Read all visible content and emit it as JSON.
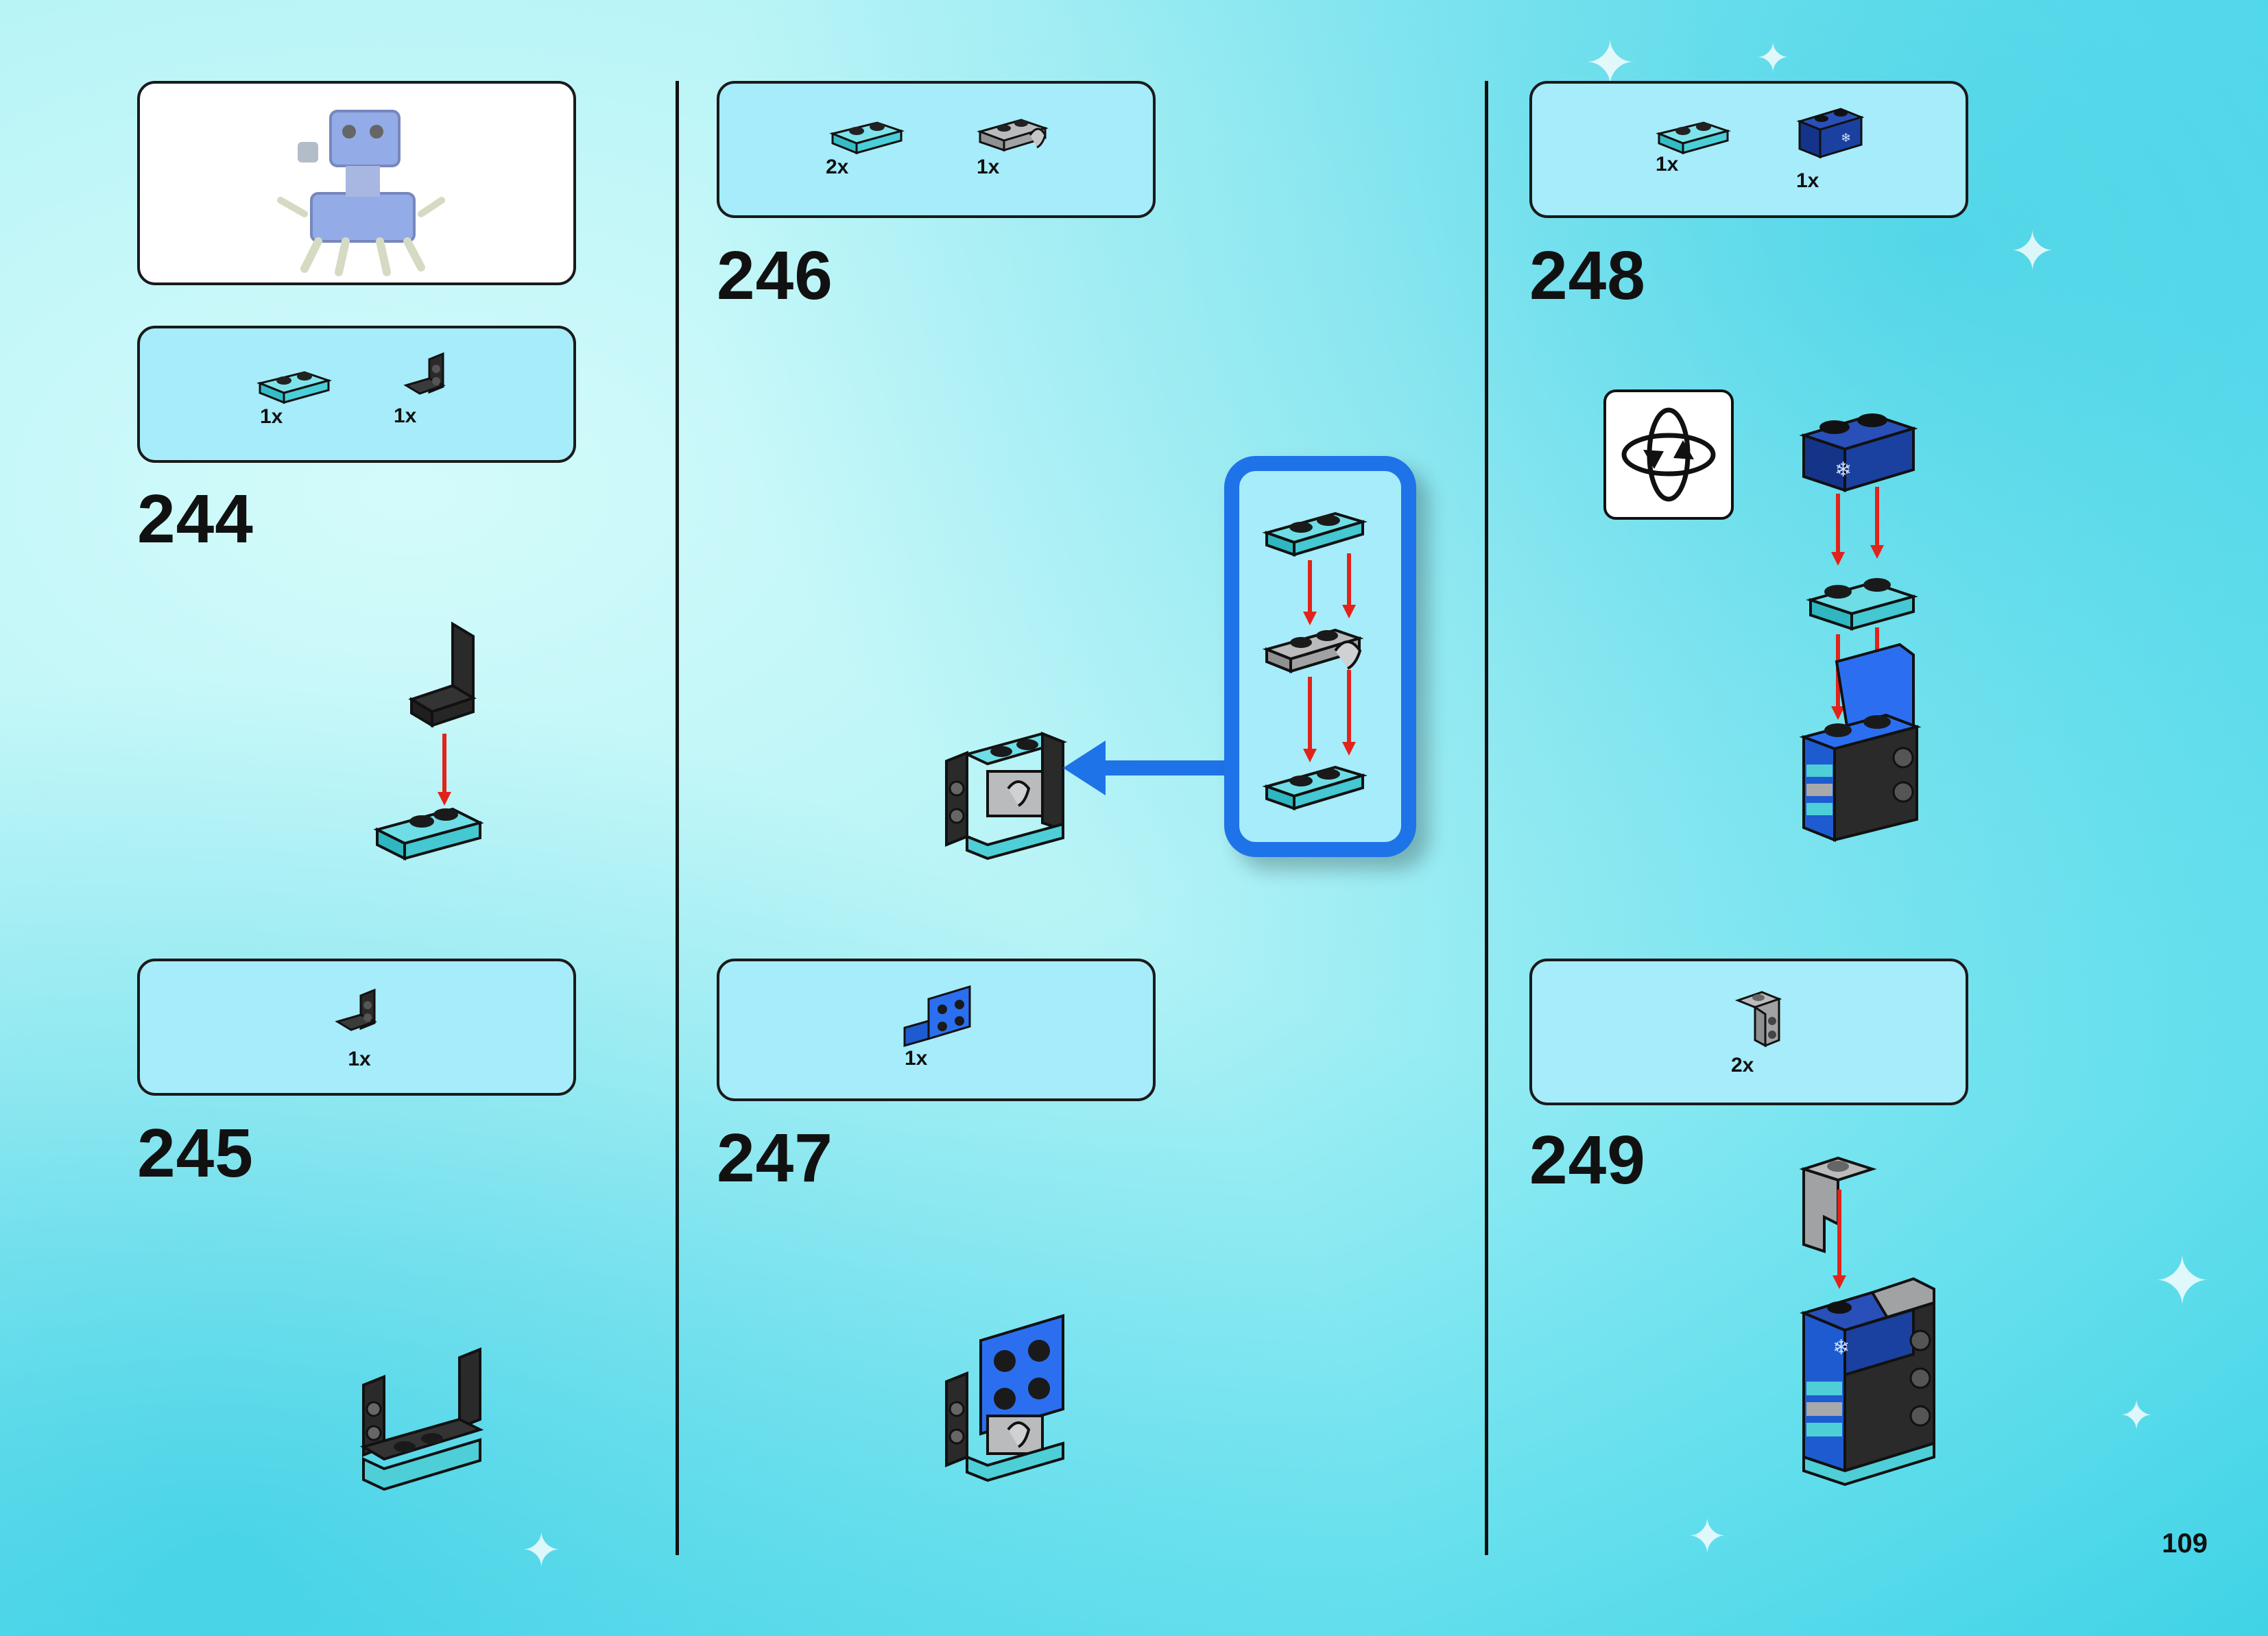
{
  "page": {
    "number": "109"
  },
  "colors": {
    "cyan_plate": "#4cd0d8",
    "black": "#1e1e1e",
    "gray": "#a7a9ab",
    "blue": "#2b6ff0",
    "navy": "#1640a8",
    "arrow_red": "#e2231a",
    "callout_blue": "#1e73e8"
  },
  "steps": [
    {
      "number": "244",
      "parts": [
        {
          "qty": "1x",
          "icon": "cyan-plate-1x2-icon"
        },
        {
          "qty": "1x",
          "icon": "black-bracket-icon"
        }
      ]
    },
    {
      "number": "245",
      "parts": [
        {
          "qty": "1x",
          "icon": "black-bracket-icon"
        }
      ]
    },
    {
      "number": "246",
      "parts": [
        {
          "qty": "2x",
          "icon": "cyan-plate-1x2-icon"
        },
        {
          "qty": "1x",
          "icon": "gray-clip-plate-icon"
        }
      ]
    },
    {
      "number": "247",
      "parts": [
        {
          "qty": "1x",
          "icon": "blue-bracket-2x2-icon"
        }
      ]
    },
    {
      "number": "248",
      "parts": [
        {
          "qty": "1x",
          "icon": "cyan-plate-1x2-icon"
        },
        {
          "qty": "1x",
          "icon": "navy-printed-brick-icon"
        }
      ]
    },
    {
      "number": "249",
      "parts": [
        {
          "qty": "2x",
          "icon": "gray-bracket-icon"
        }
      ]
    }
  ]
}
